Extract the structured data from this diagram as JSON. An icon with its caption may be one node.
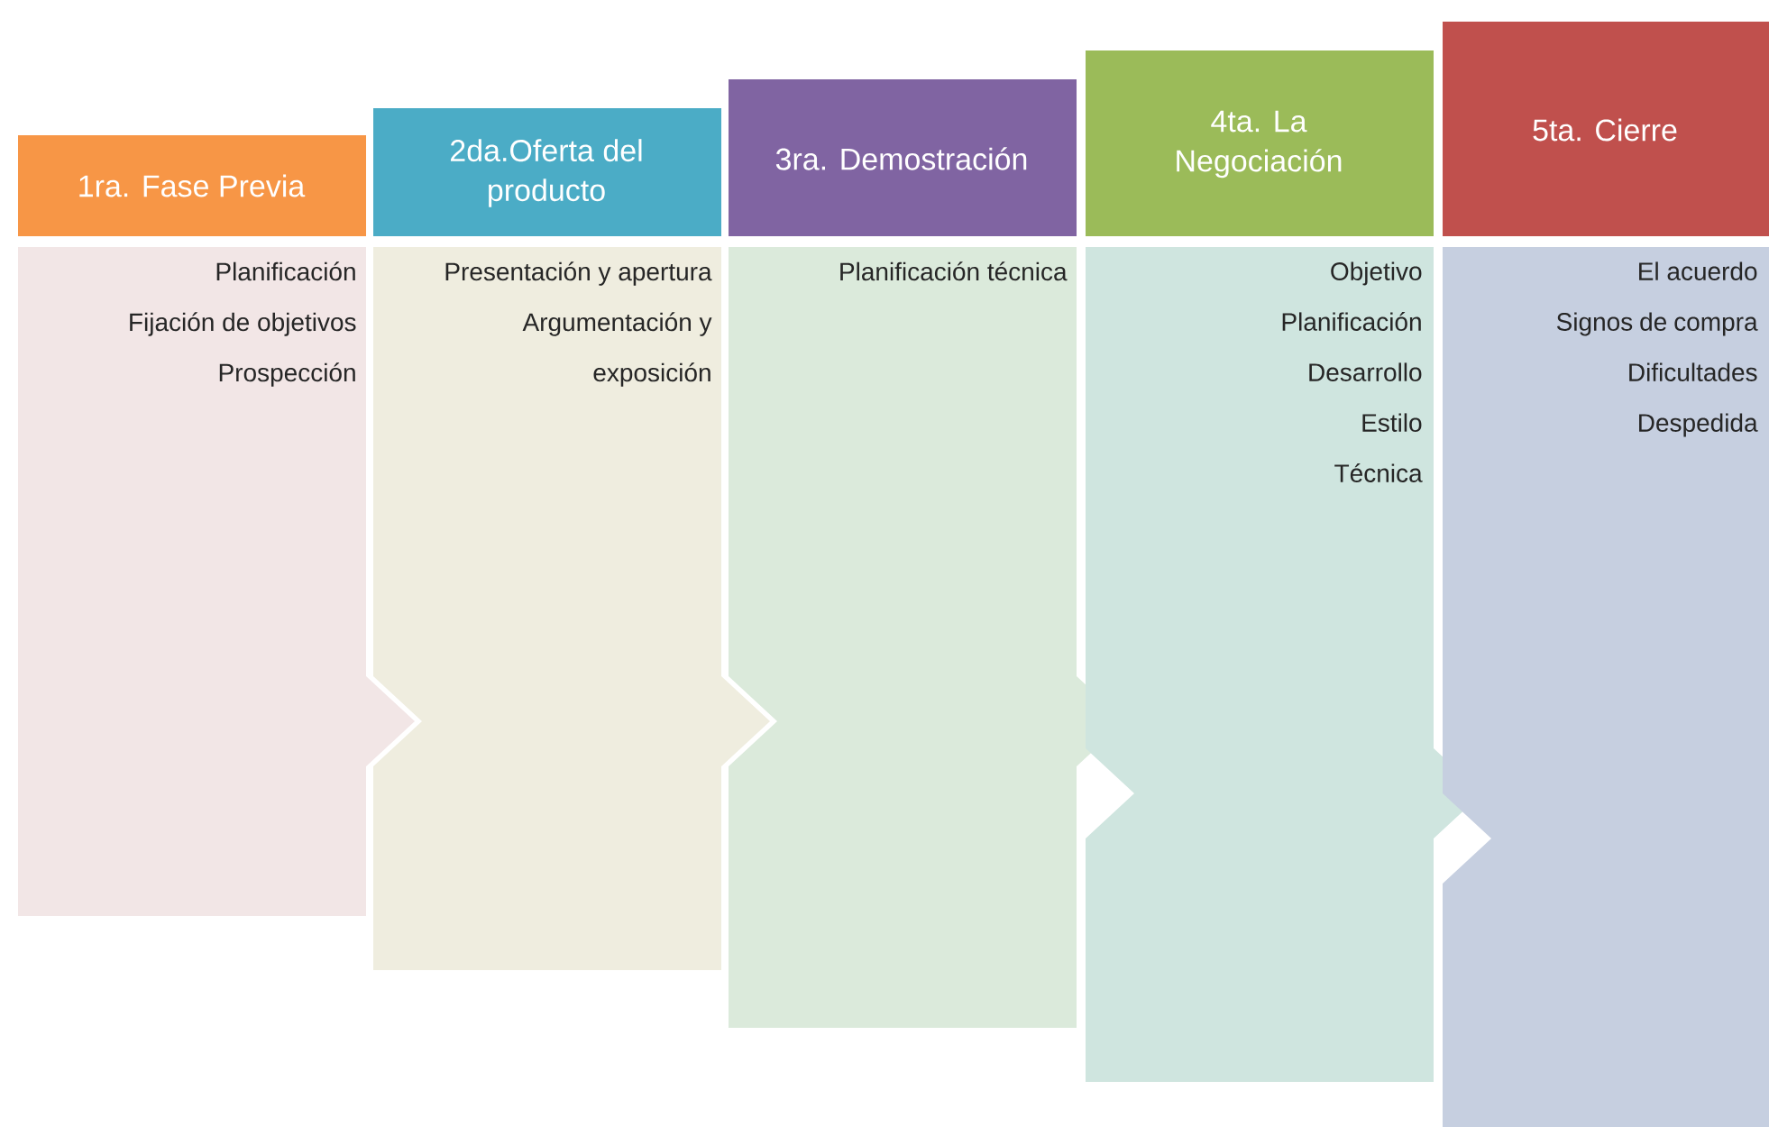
{
  "diagram": {
    "nodes": [
      {
        "text": [
          "1ra. Fase Previa"
        ]
      },
      {
        "text": [
          "Planificación",
          "Fijación de objetivos",
          "Prospección"
        ]
      },
      {
        "text": [
          "2da.Oferta del producto"
        ]
      },
      {
        "text": [
          "Presentación y apertura",
          "Argumentación y exposición"
        ]
      },
      {
        "text": [
          "3ra. Demostración"
        ]
      },
      {
        "text": [
          "Planificación técnica"
        ]
      },
      {
        "text": [
          "4ta. La Negociación"
        ]
      },
      {
        "text": [
          "Objetivo",
          "Planificación",
          "Desarrollo",
          "Estilo",
          "Técnica"
        ]
      },
      {
        "text": [
          "5ta. Cierre"
        ]
      },
      {
        "text": [
          "El acuerdo",
          "Signos de compra",
          "Dificultades",
          "Despedida"
        ]
      }
    ]
  }
}
